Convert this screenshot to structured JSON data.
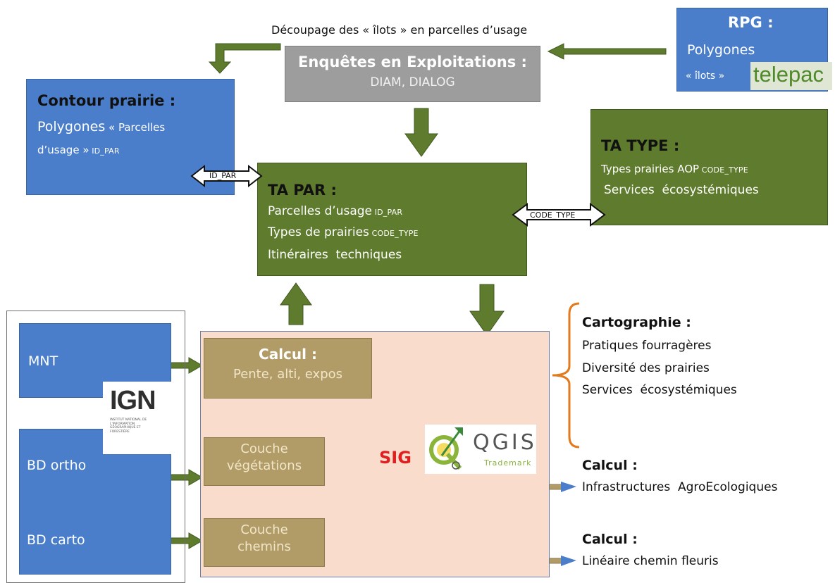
{
  "top_caption": "Découpage des « îlots » en parcelles d’usage",
  "rpg": {
    "title": "RPG :",
    "line1": "Polygones",
    "line2": "« îlots »",
    "logo_text": "telepac"
  },
  "enquetes": {
    "title": "Enquêtes en Exploitations :",
    "subtitle": "DIAM, DIALOG"
  },
  "contour": {
    "title": "Contour prairie :",
    "line1a": "Polygones",
    "line1b": " « Parcelles",
    "line2a": "d’usage »",
    "line2b": " ID_PAR"
  },
  "ta_type": {
    "title": "TA TYPE :",
    "line1a": "Types prairies AOP",
    "line1b": " CODE_TYPE",
    "line2": "Services  écosystémiques"
  },
  "ta_par": {
    "title": "TA PAR :",
    "line1a": "Parcelles d’usage",
    "line1b": " ID_PAR",
    "line2a": "Types de prairies",
    "line2b": " CODE_TYPE",
    "line3": "Itinéraires  techniques"
  },
  "link_labels": {
    "id_par": "ID_PAR",
    "code_type": "CODE_TYPE"
  },
  "left_sources": {
    "mnt": "MNT",
    "bd_ortho": "BD ortho",
    "bd_carto": "BD carto"
  },
  "ign_logo": {
    "name": "IGN",
    "sub": "INSTITUT NATIONAL DE L'INFORMATION GÉOGRAPHIQUE ET FORESTIÈRE"
  },
  "sig_box": {
    "calc_title": "Calcul :",
    "calc_sub": "Pente, alti, expos",
    "veg1": "Couche",
    "veg2": "végétations",
    "chem1": "Couche",
    "chem2": "chemins",
    "sig_label": "SIG",
    "qgis_name": "QGIS",
    "qgis_sub": "Trademark"
  },
  "outputs": {
    "carto_title": "Cartographie :",
    "carto_items": [
      "Pratiques fourragères",
      "Diversité des prairies",
      "Services  écosystémiques"
    ],
    "calc1_title": "Calcul :",
    "calc1_item": "Infrastructures  AgroEcologiques",
    "calc2_title": "Calcul :",
    "calc2_item": "Linéaire chemin fleuris"
  },
  "colors": {
    "blue": "#4a7ecb",
    "green": "#5f7b2e",
    "gray": "#9d9d9d",
    "tan": "#b19b67",
    "peach": "#f9dccb",
    "orange": "#e27a1e",
    "red": "#e02020"
  }
}
